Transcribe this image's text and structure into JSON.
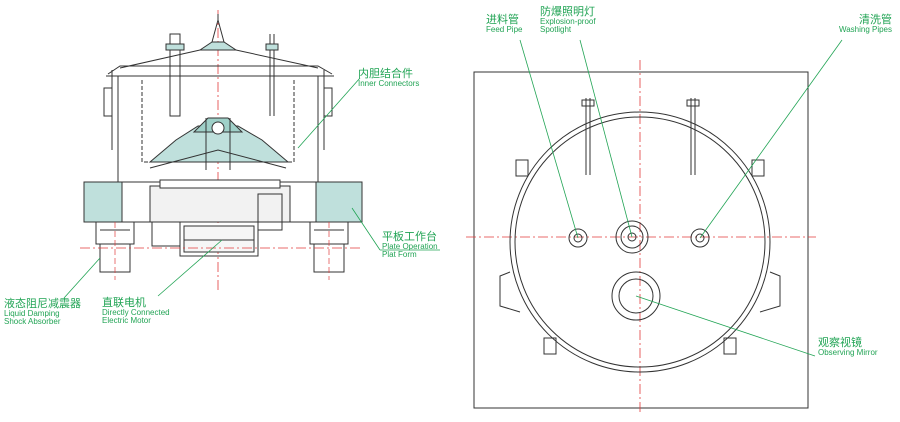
{
  "labels": {
    "inner_connectors": {
      "zh": "内胆结合件",
      "en": "Inner Connectors"
    },
    "plate_form": {
      "zh": "平板工作台",
      "en1": "Plate Operation",
      "en2": "Plat Form"
    },
    "shock_absorber": {
      "zh": "液态阻尼减震器",
      "en1": "Liquid Damping",
      "en2": "Shock Absorber"
    },
    "motor": {
      "zh": "直联电机",
      "en1": "Directly Connected",
      "en2": "Electric Motor"
    },
    "feed_pipe": {
      "zh": "进料管",
      "en": "Feed Pipe"
    },
    "spotlight": {
      "zh": "防爆照明灯",
      "en1": "Explosion-proof",
      "en2": "Spotlight"
    },
    "washing_pipes": {
      "zh": "清洗管",
      "en": "Washing Pipes"
    },
    "observing_mirror": {
      "zh": "观察视镜",
      "en": "Observing Mirror"
    }
  },
  "colors": {
    "line": "#333333",
    "accent": "#22a455",
    "center": "#e23b3b",
    "panel": "#bfe0dc"
  }
}
